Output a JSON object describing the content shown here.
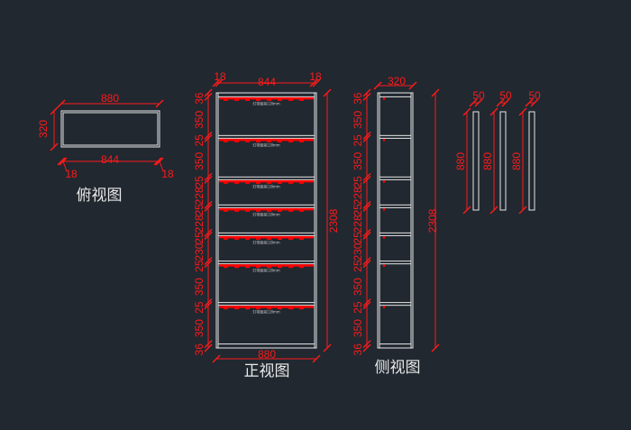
{
  "colors": {
    "background": "#212830",
    "dimension": "#ff1a1a",
    "outline": "#e6e6e6",
    "light_strip": "#ff0000"
  },
  "top_view": {
    "title": "俯视图",
    "width": "880",
    "depth": "320",
    "inner": "844",
    "left_side": "18",
    "right_side": "18"
  },
  "front_view": {
    "title": "正视图",
    "width": "880",
    "inner": "844",
    "left_side": "18",
    "right_side": "18",
    "height": "2308",
    "segments": [
      "36",
      "350",
      "25",
      "350",
      "25",
      "228",
      "25",
      "228",
      "25",
      "230",
      "25",
      "350",
      "25",
      "350",
      "36"
    ],
    "strip_note": "灯带嵌前口8mm"
  },
  "side_view": {
    "title": "侧视图",
    "depth": "320",
    "height": "2308",
    "segments": [
      "36",
      "350",
      "25",
      "350",
      "25",
      "228",
      "25",
      "228",
      "25",
      "230",
      "25",
      "350",
      "25",
      "350",
      "36"
    ]
  },
  "panels": [
    {
      "width": "50",
      "length": "880"
    },
    {
      "width": "50",
      "length": "880"
    },
    {
      "width": "50",
      "length": "880"
    }
  ]
}
